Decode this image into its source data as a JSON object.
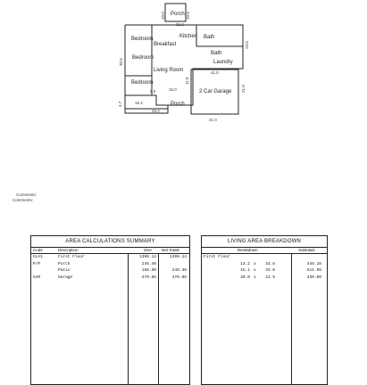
{
  "sketch": {
    "rooms": {
      "bedroom_1": "Bedroom",
      "kitchen": "Kitchen",
      "bath": "Bath",
      "breakfast": "Breakfast",
      "bedroom_2": "Bedroom",
      "laundry": "Laundry",
      "bath_2": "Bath",
      "living_room": "Living Room",
      "bedroom_3": "Bedroom",
      "porch": "Porch",
      "garage": "2 Car Garage"
    },
    "dims": {
      "top_porch_left": "10.0",
      "top_porch_right": "10.0",
      "porch_top": "Porch",
      "top_width": "31.2",
      "right_upper": "23.0",
      "left_side": "30.0",
      "garage_top": "41.0",
      "garage_left": "11.0",
      "garage_right": "21.0",
      "small_a": "5.0",
      "small_b": "15.0",
      "left_bottom": "4.7",
      "porch_len": "15.2",
      "bottom_total": "29.2",
      "garage_bottom": "21.0"
    }
  },
  "comments": {
    "line1": "Comments:",
    "line2": "Comments:"
  },
  "area_summary": {
    "title": "AREA CALCULATIONS SUMMARY",
    "headers": {
      "code": "Code",
      "description": "Description",
      "size": "Size",
      "net_totals": "Net Totals"
    },
    "rows": [
      {
        "code": "GLA1",
        "description": "First Floor",
        "size": "1396.14",
        "net": "1396.14"
      },
      {
        "code": "P/P",
        "description": "Porch",
        "size": "245.40",
        "net": ""
      },
      {
        "code": "",
        "description": "Patio",
        "size": "188.50",
        "net": "249.40"
      },
      {
        "code": "GAR",
        "description": "Garage",
        "size": "470.85",
        "net": "470.85"
      }
    ]
  },
  "living_area": {
    "title": "LIVING AREA BREAKDOWN",
    "headers": {
      "breakdown": "Breakdown",
      "subtotals": "Subtotals"
    },
    "rows": [
      {
        "label": "First Floor",
        "a": "",
        "x": "",
        "b": "",
        "subtotal": ""
      },
      {
        "label": "",
        "a": "13.2",
        "x": "x",
        "b": "33.8",
        "subtotal": "445.15"
      },
      {
        "label": "",
        "a": "15.1",
        "x": "x",
        "b": "33.0",
        "subtotal": "511.95"
      },
      {
        "label": "",
        "a": "20.0",
        "x": "x",
        "b": "21.5",
        "subtotal": "430.00"
      }
    ]
  }
}
